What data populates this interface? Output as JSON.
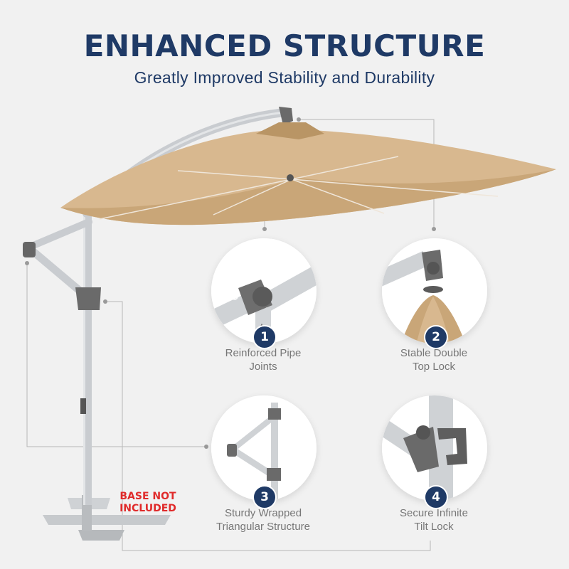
{
  "header": {
    "title": "ENHANCED STRUCTURE",
    "subtitle": "Greatly Improved Stability and Durability"
  },
  "features": [
    {
      "number": "1",
      "caption_line1": "Reinforced Pipe",
      "caption_line2": "Joints"
    },
    {
      "number": "2",
      "caption_line1": "Stable Double",
      "caption_line2": "Top Lock"
    },
    {
      "number": "3",
      "caption_line1": "Sturdy Wrapped",
      "caption_line2": "Triangular Structure"
    },
    {
      "number": "4",
      "caption_line1": "Secure Infinite",
      "caption_line2": "Tilt Lock"
    }
  ],
  "base_note": {
    "line1": "BASE NOT",
    "line2": "INCLUDED"
  },
  "colors": {
    "title": "#1f3a66",
    "canopy": "#d8b88f",
    "pole": "#c9ccd0",
    "warning": "#e02a2a"
  }
}
